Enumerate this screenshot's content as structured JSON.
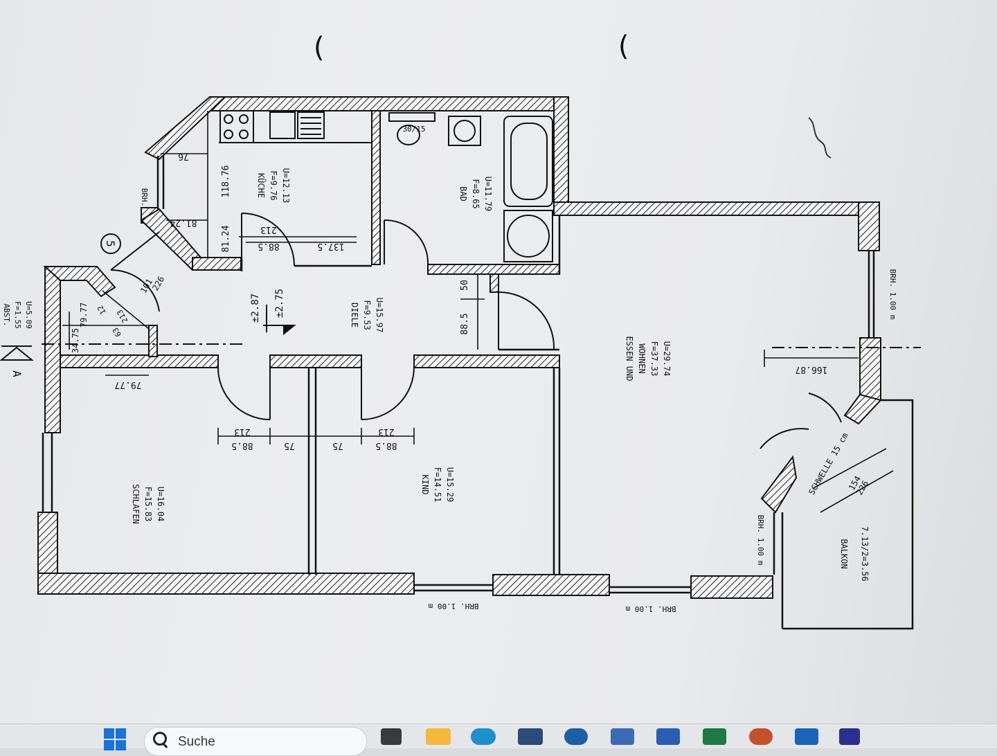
{
  "rooms": {
    "kueche": {
      "name": "KÜCHE",
      "f": "F=9.76",
      "u": "U=12.13"
    },
    "bad": {
      "name": "BAD",
      "f": "F=8.65",
      "u": "U=11.79"
    },
    "diele": {
      "name": "DIELE",
      "f": "F=9.53",
      "u": "U=15.97"
    },
    "essen": {
      "name1": "ESSEN UND",
      "name2": "WOHNEN",
      "f": "F=37.33",
      "u": "U=29.74"
    },
    "kind": {
      "name": "KIND",
      "f": "F=14.51",
      "u": "U=15.29"
    },
    "schlafen": {
      "name": "SCHLAFEN",
      "f": "F=15.83",
      "u": "U=16.04"
    },
    "balkon": {
      "name": "BALKON",
      "area": "7.13/2=3.56"
    },
    "abst": {
      "name": "ABST.",
      "f": "F=1.55",
      "u": "U=5.09"
    }
  },
  "dims": {
    "d76": "76",
    "d118_76": "118.76",
    "d81_24a": "81.24",
    "d81_24b": "81.24",
    "d213a": "213",
    "d88_5a": "88.5",
    "d137_5": "137.5",
    "d30_15": "30/15",
    "d50": "50",
    "d88_5b": "88.5",
    "d2_87": "±2.87",
    "d2_75": "±2.75",
    "d101": "101",
    "d226a": "226",
    "d213b": "213",
    "d63": "63",
    "d12": "12",
    "d79_77a": "79.77",
    "d79_77b": "79.77",
    "d34_75": "34.75",
    "d213c": "213",
    "d88_5c": "88.5",
    "d75a": "75",
    "d75b": "75",
    "d213d": "213",
    "d88_5d": "88.5",
    "d166_87": "166.87",
    "d154": "154",
    "d226b": "226",
    "schwelle": "SCHWELLE 15 cm",
    "brh_top": "BRH.",
    "brh1": "BRH. 1.00 m",
    "brh2": "BRH. 1.00 m",
    "brh3": "BRH. 1.00 m",
    "brh4": "BRH. 1.00 m",
    "marker5": "5",
    "section": "A"
  },
  "taskbar": {
    "search_placeholder": "Suche"
  },
  "colors": {
    "ink": "#111111",
    "paper": "#e9eaec",
    "taskbar": "#e4e6ea",
    "win_blue": "#1a73d8"
  }
}
